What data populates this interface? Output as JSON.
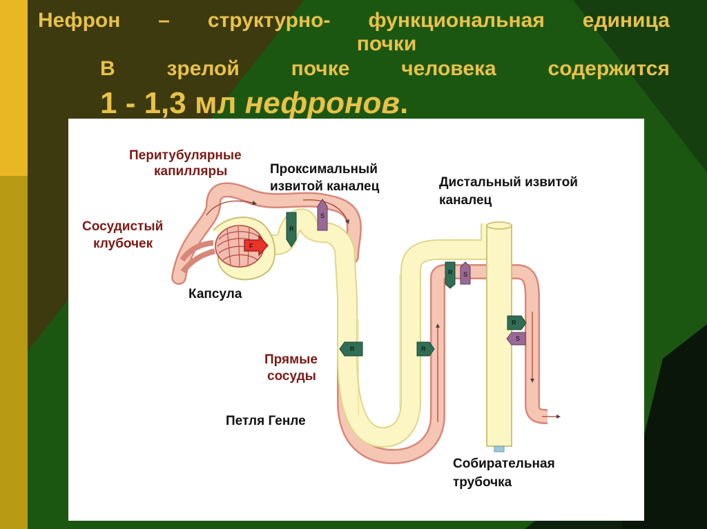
{
  "slide": {
    "title_line1": "Нефрон – структурно- функциональная единица",
    "title_line2": "почки",
    "subtitle_line": "В зрелой почке человека содержится",
    "big_count": "1 - 1,3 мл",
    "big_word": "нефронов",
    "big_end": "."
  },
  "colors": {
    "accent_yellow": "#e8c14a",
    "background_green": "#1e5a14",
    "tubule_fill": "#fbf6c3",
    "vessel_pink": "#f5c6b3",
    "arrow_green": "#2f6e55",
    "arrow_purple": "#9a6a96"
  },
  "diagram": {
    "labels": {
      "peritubular_1": "Перитубулярные",
      "peritubular_2": "капилляры",
      "proximal_1": "Проксимальный",
      "proximal_2": "извитой каналец",
      "distal_1": "Дистальный извитой",
      "distal_2": "каналец",
      "glomerulus_1": "Сосудистый",
      "glomerulus_2": "клубочек",
      "capsule": "Капсула",
      "vasa_recta_1": "Прямые",
      "vasa_recta_2": "сосуды",
      "loop": "Петля Генле",
      "collecting_1": "Собирательная",
      "collecting_2": "трубочка"
    },
    "markers": {
      "filtration": "F",
      "reabsorption": "R",
      "secretion": "S"
    }
  }
}
